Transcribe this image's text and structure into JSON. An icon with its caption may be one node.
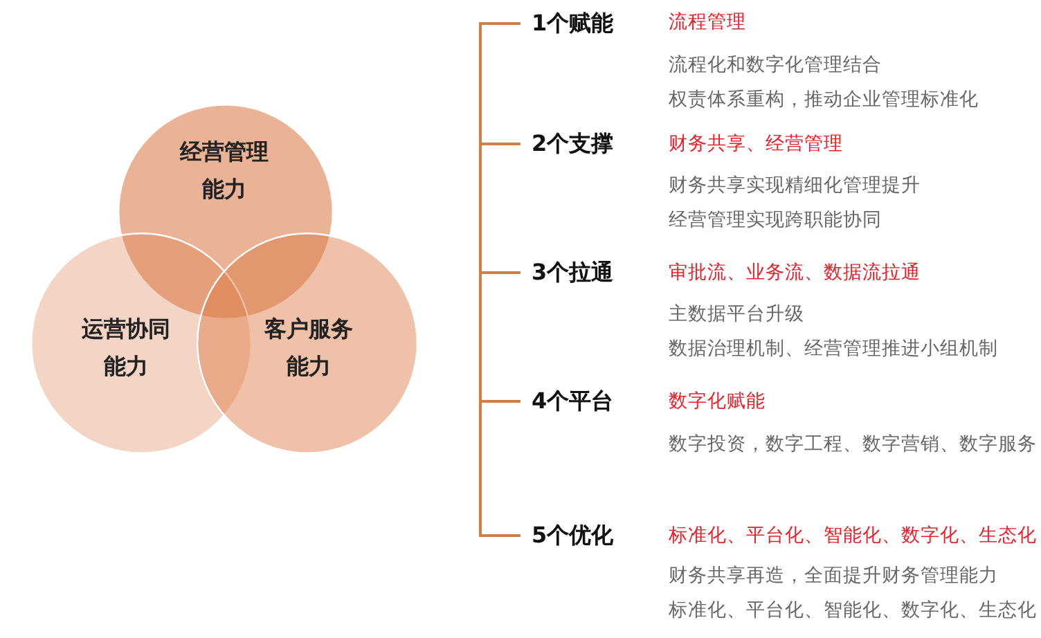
{
  "diagram": {
    "nodes": [
      {
        "text": [
          "经营管理能力"
        ]
      },
      {
        "text": [
          "运营协同能力"
        ]
      },
      {
        "text": [
          "客户服务能力"
        ]
      }
    ],
    "labels": [
      "1个赋能",
      "流程管理",
      "流程化和数字化管理结合",
      "权责体系重构，推动企业管理标准化",
      "2个支撑",
      "财务共享、经营管理",
      "财务共享实现精细化管理提升",
      "经营管理实现跨职能协同",
      "3个拉通",
      "审批流、业务流、数据流拉通",
      "主数据平台升级",
      "数据治理机制、经营管理推进小组机制",
      "4个平台",
      "数字化赋能",
      "数字投资，数字工程、数字营销、数字服务",
      "5个优化",
      "标准化、平台化、智能化、数字化、生态化",
      "财务共享再造，全面提升财务管理能力",
      "标准化、平台化、智能化、数字化、生态化"
    ]
  }
}
